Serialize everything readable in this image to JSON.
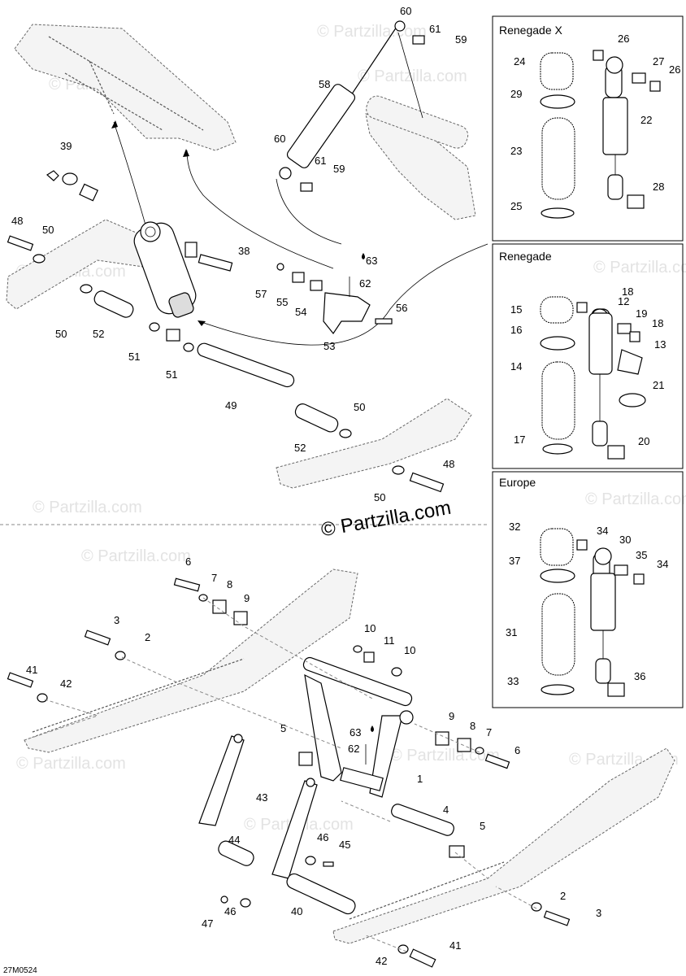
{
  "brand": "© Partzilla.com",
  "watermark": "© Partzilla.com",
  "diagram_code": "27M0524",
  "panels": {
    "renegade_x": "Renegade X",
    "renegade": "Renegade",
    "europe": "Europe"
  },
  "labels": [
    {
      "id": "60a",
      "text": "60"
    },
    {
      "id": "61a",
      "text": "61"
    },
    {
      "id": "59a",
      "text": "59"
    },
    {
      "id": "58",
      "text": "58"
    },
    {
      "id": "60b",
      "text": "60"
    },
    {
      "id": "61b",
      "text": "61"
    },
    {
      "id": "59b",
      "text": "59"
    },
    {
      "id": "39",
      "text": "39"
    },
    {
      "id": "48a",
      "text": "48"
    },
    {
      "id": "50a",
      "text": "50"
    },
    {
      "id": "38",
      "text": "38"
    },
    {
      "id": "63a",
      "text": "63"
    },
    {
      "id": "62a",
      "text": "62"
    },
    {
      "id": "57",
      "text": "57"
    },
    {
      "id": "55",
      "text": "55"
    },
    {
      "id": "54",
      "text": "54"
    },
    {
      "id": "56",
      "text": "56"
    },
    {
      "id": "53",
      "text": "53"
    },
    {
      "id": "50b",
      "text": "50"
    },
    {
      "id": "52a",
      "text": "52"
    },
    {
      "id": "51a",
      "text": "51"
    },
    {
      "id": "51b",
      "text": "51"
    },
    {
      "id": "49",
      "text": "49"
    },
    {
      "id": "50c",
      "text": "50"
    },
    {
      "id": "52b",
      "text": "52"
    },
    {
      "id": "48b",
      "text": "48"
    },
    {
      "id": "50d",
      "text": "50"
    },
    {
      "id": "26a",
      "text": "26"
    },
    {
      "id": "24",
      "text": "24"
    },
    {
      "id": "27",
      "text": "27"
    },
    {
      "id": "26b",
      "text": "26"
    },
    {
      "id": "29",
      "text": "29"
    },
    {
      "id": "22",
      "text": "22"
    },
    {
      "id": "23",
      "text": "23"
    },
    {
      "id": "28",
      "text": "28"
    },
    {
      "id": "25",
      "text": "25"
    },
    {
      "id": "18a",
      "text": "18"
    },
    {
      "id": "12",
      "text": "12"
    },
    {
      "id": "15",
      "text": "15"
    },
    {
      "id": "19",
      "text": "19"
    },
    {
      "id": "18b",
      "text": "18"
    },
    {
      "id": "16",
      "text": "16"
    },
    {
      "id": "13",
      "text": "13"
    },
    {
      "id": "14",
      "text": "14"
    },
    {
      "id": "21",
      "text": "21"
    },
    {
      "id": "17",
      "text": "17"
    },
    {
      "id": "20",
      "text": "20"
    },
    {
      "id": "32",
      "text": "32"
    },
    {
      "id": "34a",
      "text": "34"
    },
    {
      "id": "30",
      "text": "30"
    },
    {
      "id": "37",
      "text": "37"
    },
    {
      "id": "35",
      "text": "35"
    },
    {
      "id": "34b",
      "text": "34"
    },
    {
      "id": "31",
      "text": "31"
    },
    {
      "id": "33",
      "text": "33"
    },
    {
      "id": "36",
      "text": "36"
    },
    {
      "id": "6a",
      "text": "6"
    },
    {
      "id": "7a",
      "text": "7"
    },
    {
      "id": "8a",
      "text": "8"
    },
    {
      "id": "9a",
      "text": "9"
    },
    {
      "id": "3a",
      "text": "3"
    },
    {
      "id": "2a",
      "text": "2"
    },
    {
      "id": "41a",
      "text": "41"
    },
    {
      "id": "42a",
      "text": "42"
    },
    {
      "id": "10a",
      "text": "10"
    },
    {
      "id": "11",
      "text": "11"
    },
    {
      "id": "10b",
      "text": "10"
    },
    {
      "id": "9b",
      "text": "9"
    },
    {
      "id": "8b",
      "text": "8"
    },
    {
      "id": "7b",
      "text": "7"
    },
    {
      "id": "6b",
      "text": "6"
    },
    {
      "id": "5a",
      "text": "5"
    },
    {
      "id": "63b",
      "text": "63"
    },
    {
      "id": "62b",
      "text": "62"
    },
    {
      "id": "1",
      "text": "1"
    },
    {
      "id": "43",
      "text": "43"
    },
    {
      "id": "4",
      "text": "4"
    },
    {
      "id": "5b",
      "text": "5"
    },
    {
      "id": "44",
      "text": "44"
    },
    {
      "id": "46a",
      "text": "46"
    },
    {
      "id": "45",
      "text": "45"
    },
    {
      "id": "47",
      "text": "47"
    },
    {
      "id": "46b",
      "text": "46"
    },
    {
      "id": "40",
      "text": "40"
    },
    {
      "id": "2b",
      "text": "2"
    },
    {
      "id": "3b",
      "text": "3"
    },
    {
      "id": "42b",
      "text": "42"
    },
    {
      "id": "41b",
      "text": "41"
    }
  ]
}
